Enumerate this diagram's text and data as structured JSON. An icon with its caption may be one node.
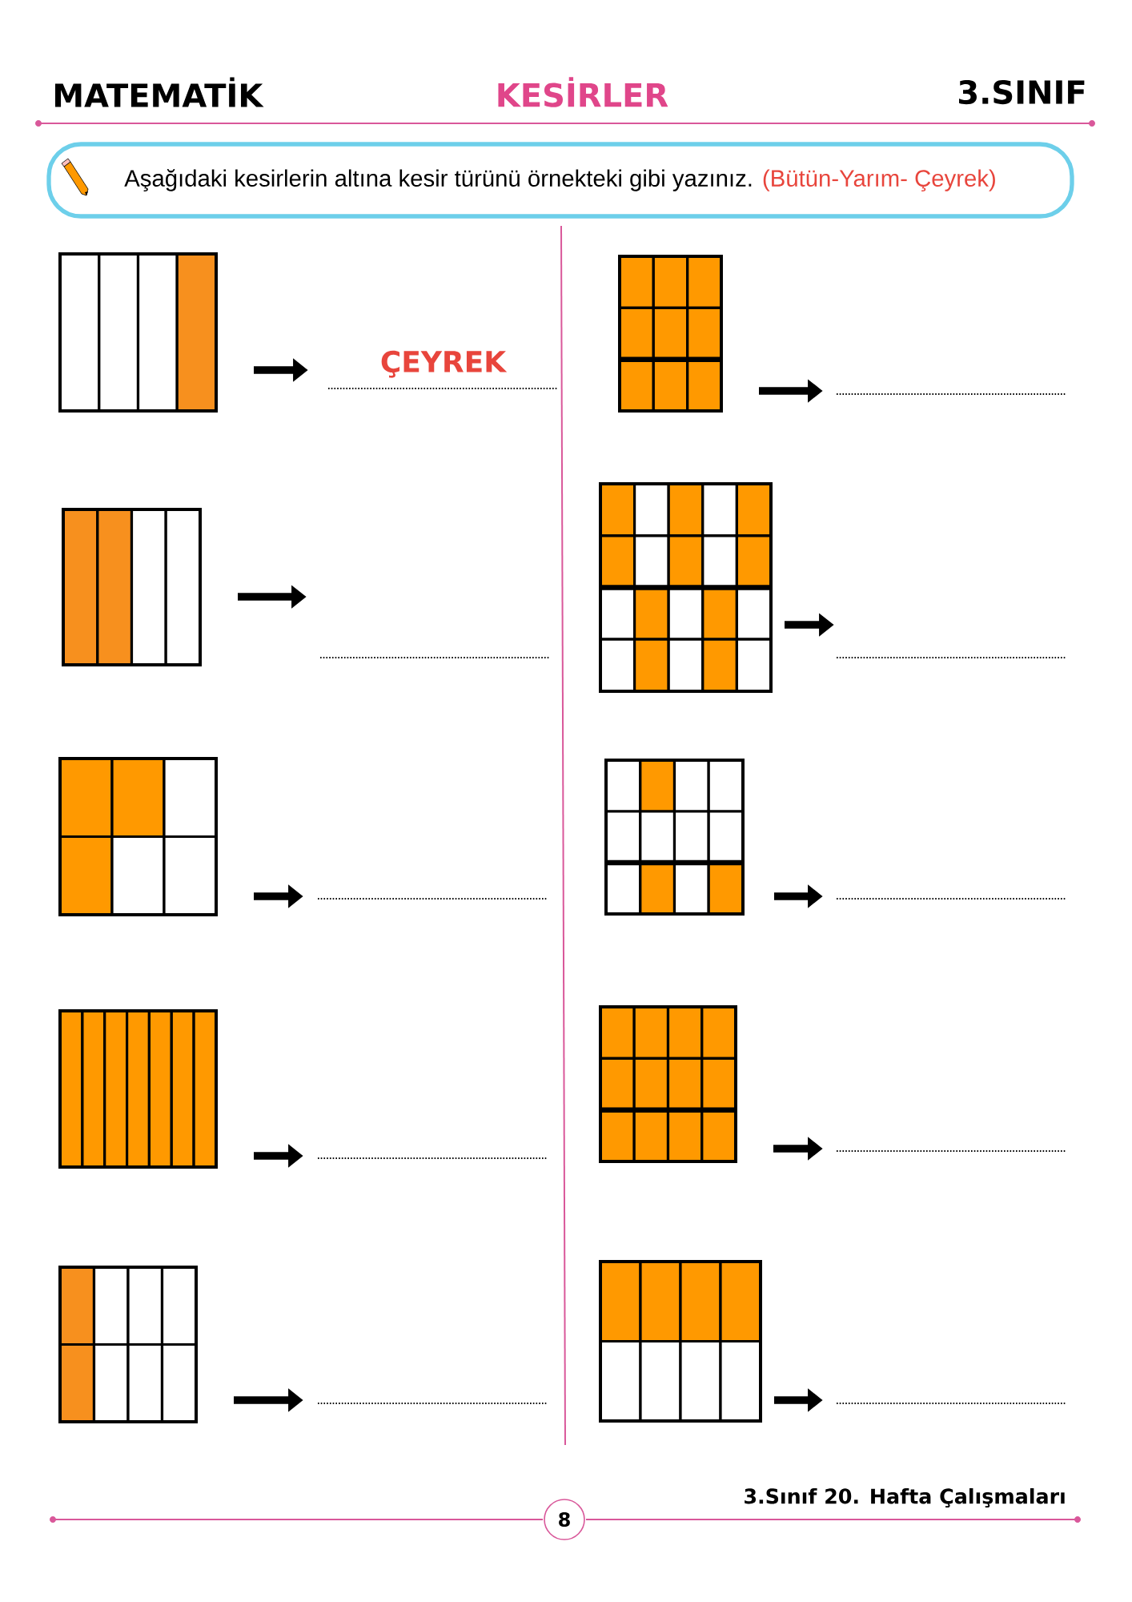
{
  "diagram": {
    "title": "KESİRLER",
    "nodes": [
      {
        "text": [
          "Aşağıdaki kesirlerin altına kesir türünü örnekteki gibi yazınız.",
          "(Bütün-Yarım- Çeyrek)"
        ]
      },
      {
        "text": [],
        "shape": "box"
      },
      {
        "text": [
          "ÇEYREK"
        ]
      },
      {
        "text": [],
        "shape": "box"
      },
      {
        "text": [],
        "shape": "line"
      },
      {
        "text": [],
        "shape": "box"
      },
      {
        "text": [],
        "shape": "line"
      },
      {
        "text": [],
        "shape": "box"
      },
      {
        "text": [],
        "shape": "line"
      },
      {
        "text": [],
        "shape": "box"
      },
      {
        "text": [],
        "shape": "line"
      },
      {
        "text": [],
        "shape": "box"
      },
      {
        "text": [],
        "shape": "line"
      },
      {
        "text": [],
        "shape": "box"
      },
      {
        "text": [],
        "shape": "line"
      },
      {
        "text": [],
        "shape": "box"
      },
      {
        "text": [],
        "shape": "line"
      },
      {
        "text": [],
        "shape": "box"
      },
      {
        "text": [],
        "shape": "line"
      },
      {
        "text": [],
        "shape": "box"
      },
      {
        "text": [],
        "shape": "line"
      },
      {
        "text": [
          "8"
        ]
      }
    ],
    "edges": [
      {
        "from": 1,
        "to": 2,
        "arrow": "to"
      },
      {
        "from": 3,
        "to": 4,
        "arrow": "to"
      },
      {
        "from": 5,
        "to": 6,
        "arrow": "to"
      },
      {
        "from": 7,
        "to": 8,
        "arrow": "to"
      },
      {
        "from": 9,
        "to": 10,
        "arrow": "to"
      },
      {
        "from": 11,
        "to": 12,
        "arrow": "to"
      },
      {
        "from": 13,
        "to": 14,
        "arrow": "to"
      },
      {
        "from": 15,
        "to": 16,
        "arrow": "to"
      },
      {
        "from": 17,
        "to": 18,
        "arrow": "to"
      },
      {
        "from": 19,
        "to": 20,
        "arrow": "to"
      }
    ],
    "labels": [
      "MATEMATİK",
      "3.SINIF",
      "3.Sınıf 20. Hafta Çalışmaları"
    ]
  }
}
